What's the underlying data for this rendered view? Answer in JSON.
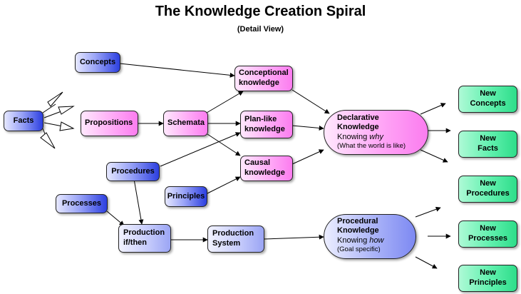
{
  "title": "The Knowledge Creation Spiral",
  "subtitle": "(Detail View)",
  "nodes": {
    "facts": "Facts",
    "concepts": "Concepts",
    "propositions": "Propositions",
    "schemata": "Schemata",
    "procedures": "Procedures",
    "principles": "Principles",
    "processes": "Processes",
    "conceptional": "Conceptional\nknowledge",
    "planlike": "Plan-like\nknowledge",
    "causal": "Causal\nknowledge",
    "production": "Production\nif/then",
    "production_system": "Production\nSystem"
  },
  "declarative": {
    "heading": "Declarative\nKnowledge",
    "knowing_prefix": "Knowing ",
    "knowing_word": "why",
    "sub": "(What the world is like)"
  },
  "procedural": {
    "heading": "Procedural\nKnowledge",
    "knowing_prefix": "Knowing ",
    "knowing_word": "how",
    "sub": "(Goal specific)"
  },
  "outputs": {
    "new_concepts": "New\nConcepts",
    "new_facts": "New\nFacts",
    "new_procedures": "New\nProcedures",
    "new_processes": "New\nProcesses",
    "new_principles": "New\nPrinciples"
  },
  "colors": {
    "basic_node": "#2c3fe0",
    "intermediate_node": "#9ba5f4",
    "knowledge_node": "#fb7cef",
    "output_node": "#2edd8a"
  }
}
